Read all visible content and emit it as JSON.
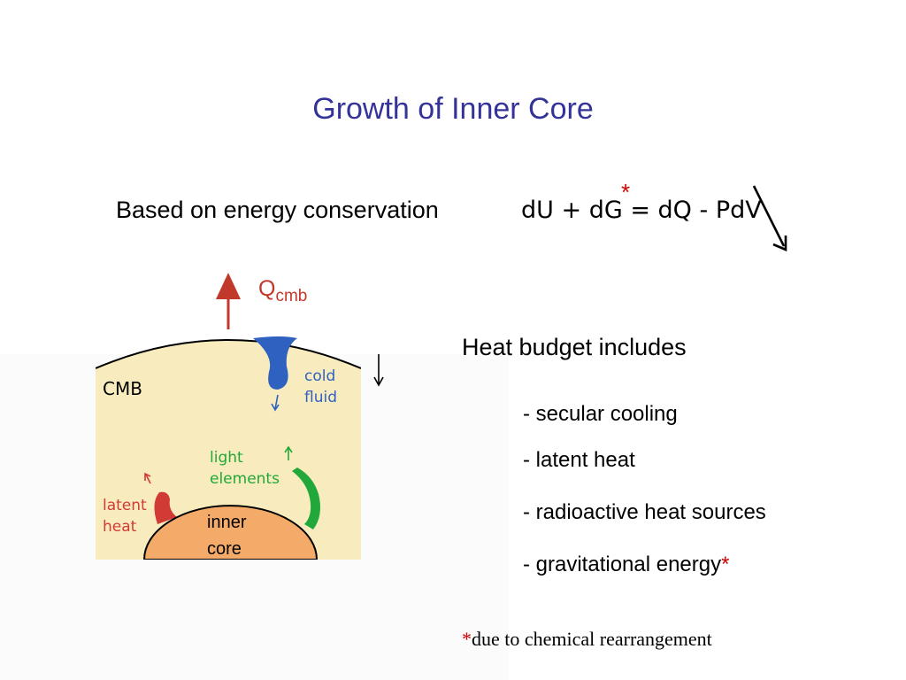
{
  "slide": {
    "title": "Growth of Inner Core",
    "lead_text": "Based on energy conservation",
    "equation": {
      "text": "dU + dG = dQ - PdV",
      "asterisk": "*"
    },
    "qcmb": {
      "symbol": "Q",
      "subscript": "cmb"
    },
    "figure": {
      "labels": {
        "cmb": "CMB",
        "cold_fluid_line1": "cold",
        "cold_fluid_line2": "fluid",
        "light_elements_line1": "light",
        "light_elements_line2": "elements",
        "latent_heat_line1": "latent",
        "latent_heat_line2": "heat",
        "inner_core_line1": "inner",
        "inner_core_line2": "core"
      },
      "colors": {
        "mantle_fluid": "#f8ecbe",
        "inner_core": "#f4ab6a",
        "cold_fluid": "#2f62c0",
        "light_elements": "#22a83a",
        "latent_heat": "#d23a35",
        "heat_flow_arrow": "#c0392b"
      }
    },
    "heat_budget": {
      "heading": "Heat budget includes",
      "items": [
        "- secular cooling",
        "- latent heat",
        "- radioactive heat sources",
        "- gravitational energy"
      ],
      "item_marker": "*"
    },
    "footnote": {
      "marker": "*",
      "text": "due to chemical rearrangement"
    }
  }
}
